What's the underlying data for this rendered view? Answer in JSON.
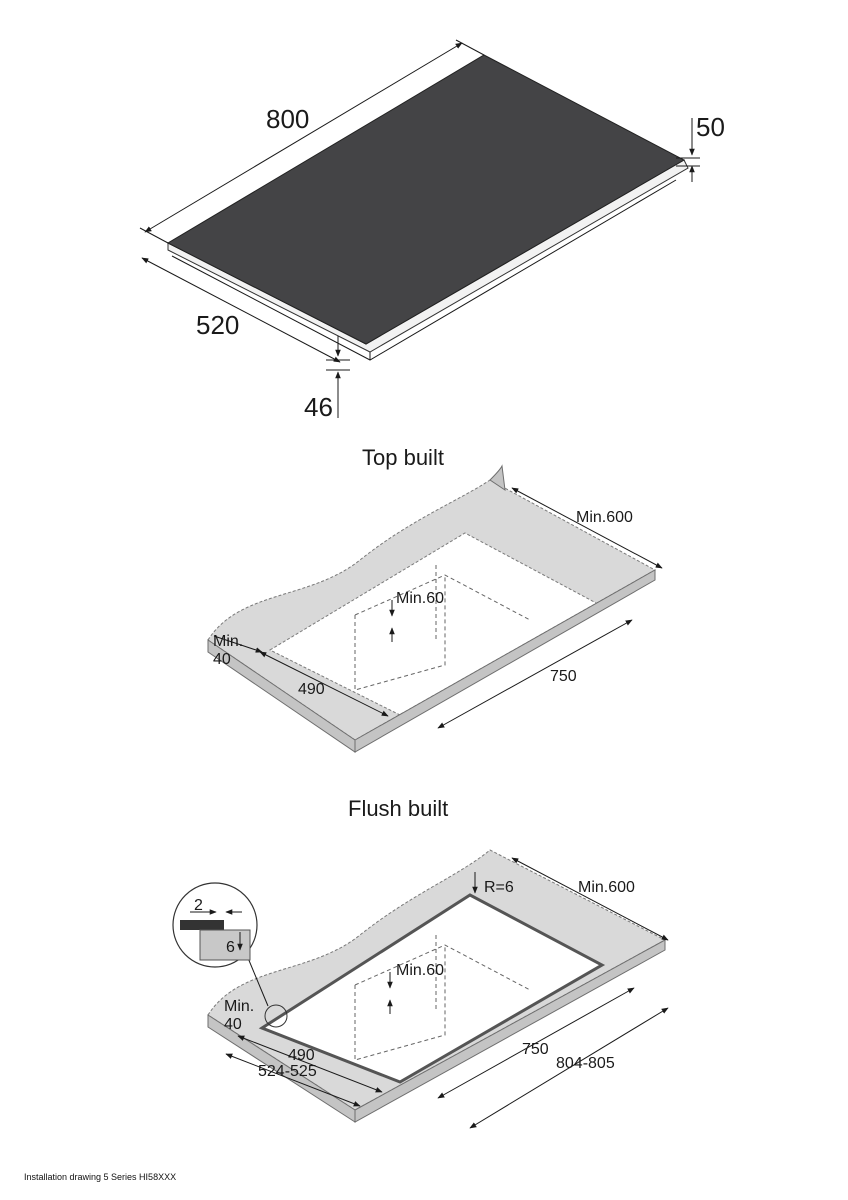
{
  "hob": {
    "length": "800",
    "depth": "520",
    "glass_height": "50",
    "body_height": "46",
    "color": "#444446"
  },
  "top_built": {
    "title": "Top built",
    "min_600": "Min.600",
    "min_60": "Min.60",
    "min_40_a": "Min.",
    "min_40_b": "40",
    "cut_depth": "490",
    "cut_width": "750"
  },
  "flush_built": {
    "title": "Flush built",
    "radius": "R=6",
    "min_600": "Min.600",
    "min_60": "Min.60",
    "min_40_a": "Min.",
    "min_40_b": "40",
    "cut_depth": "490",
    "rebate_depth": "524-525",
    "cut_width": "750",
    "rebate_width": "804-805",
    "detail_width": "2",
    "detail_depth": "6"
  },
  "footer": "Installation drawing 5 Series HI58XXX"
}
